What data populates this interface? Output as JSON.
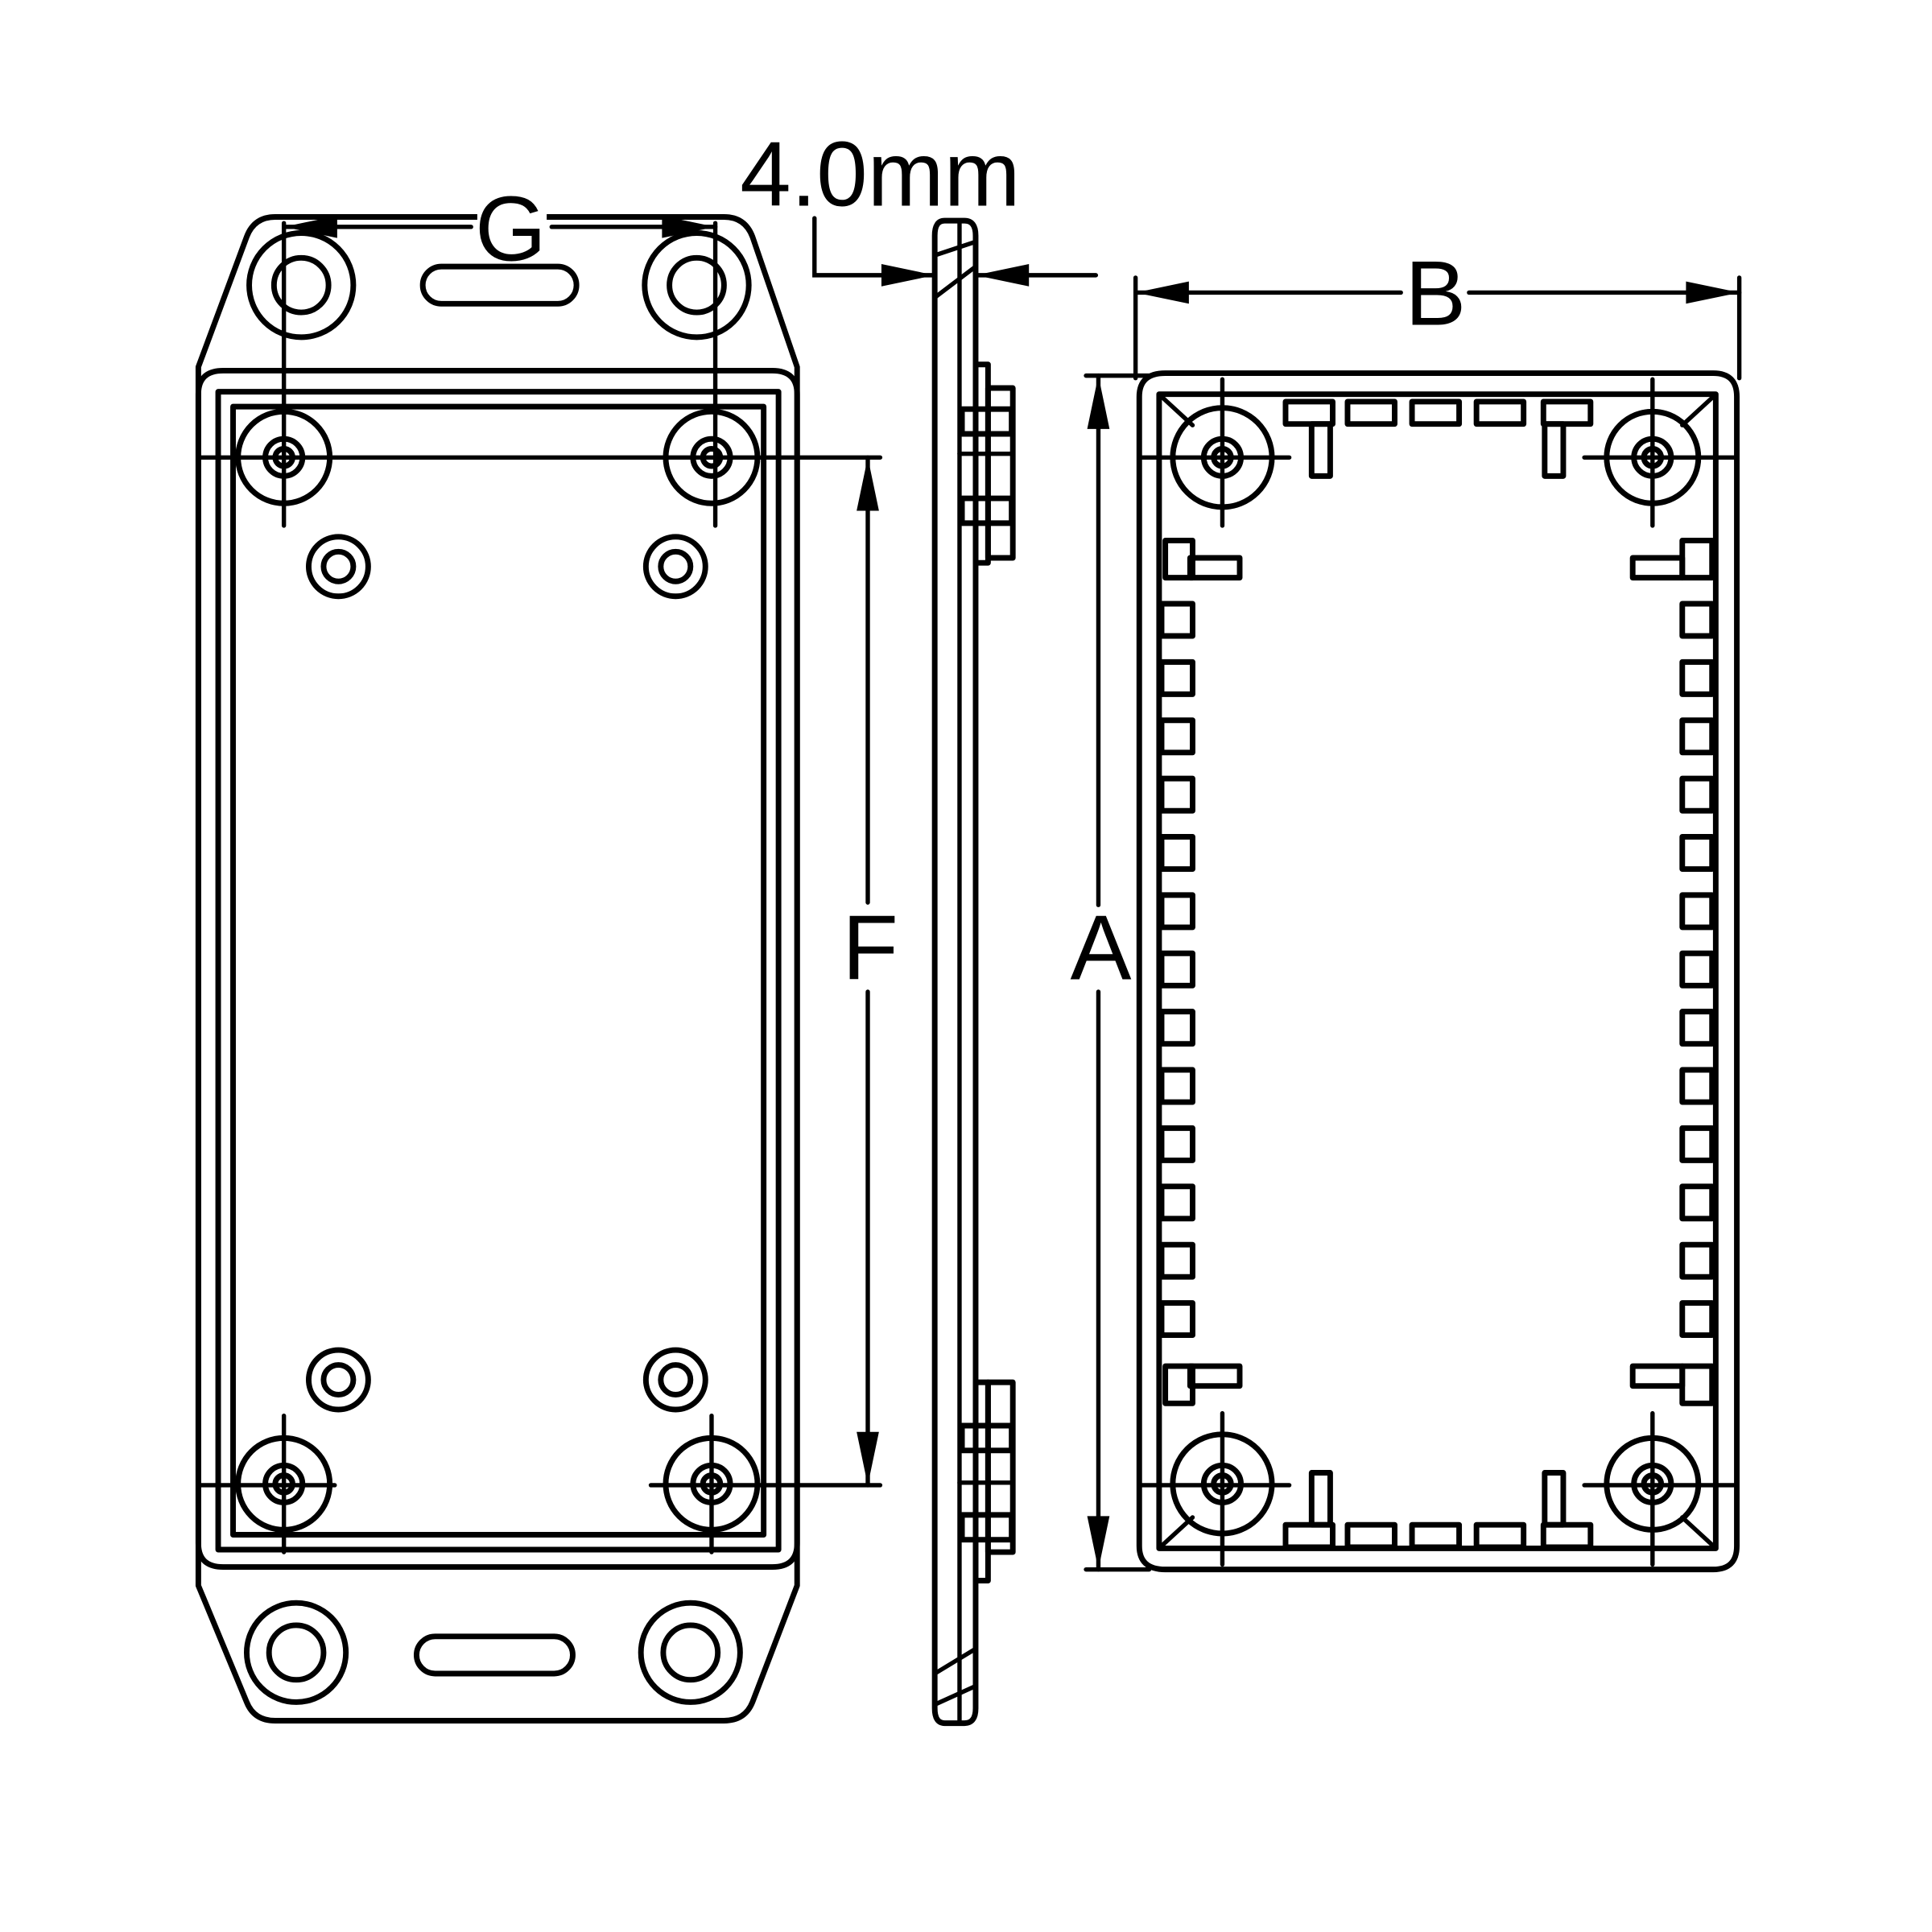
{
  "labels": {
    "g": "G",
    "f": "F",
    "a": "A",
    "b": "B",
    "thickness": "4.0mm"
  }
}
